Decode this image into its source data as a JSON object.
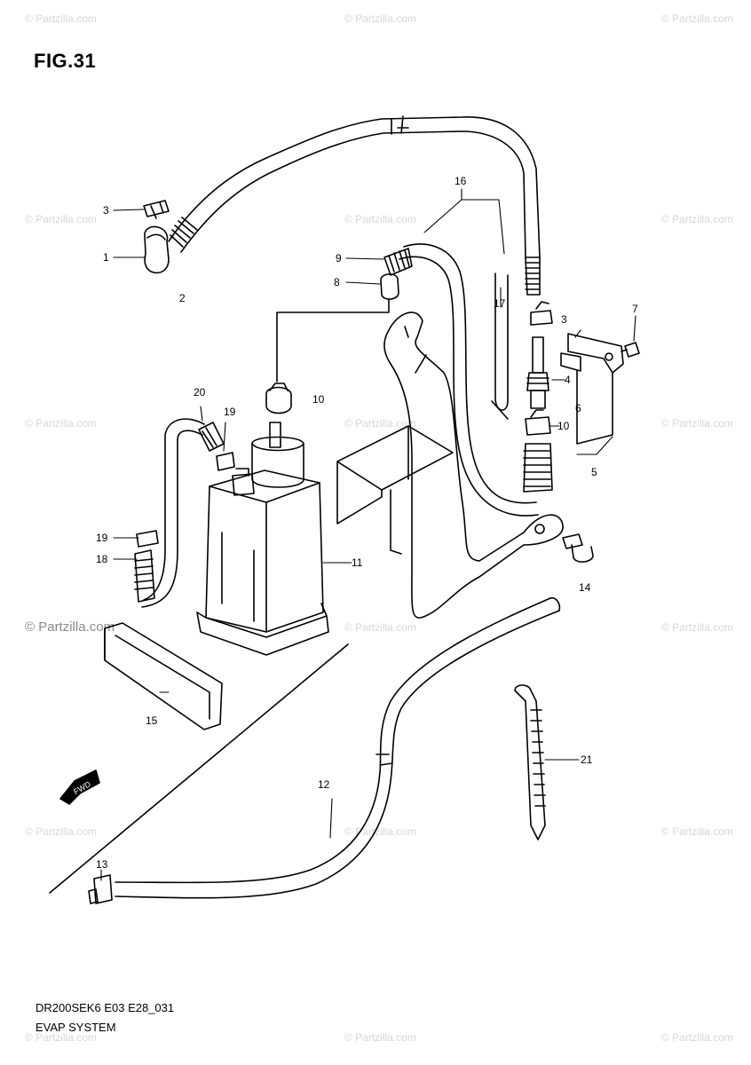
{
  "figure": {
    "title": "FIG.31",
    "model_code": "DR200SEK6 E03 E28_031",
    "system_name": "EVAP SYSTEM"
  },
  "watermark": {
    "text": "© Partzilla.com",
    "main_text": "© Partzilla.com",
    "color": "#d6d6d6"
  },
  "direction_arrow": {
    "label": "FWD"
  },
  "callouts": [
    "1",
    "2",
    "3",
    "3",
    "4",
    "5",
    "6",
    "7",
    "8",
    "9",
    "10",
    "10",
    "11",
    "12",
    "13",
    "14",
    "15",
    "16",
    "17",
    "18",
    "19",
    "19",
    "20",
    "21"
  ]
}
